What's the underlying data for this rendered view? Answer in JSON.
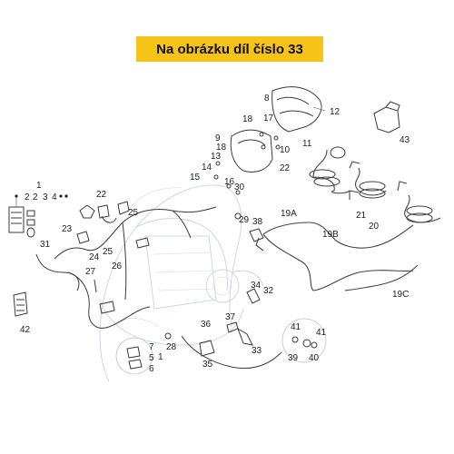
{
  "banner": {
    "text": "Na obrázku díl číslo 33",
    "color": "#f6c319"
  },
  "diagram": {
    "labels": [
      {
        "id": "l1a",
        "text": "1"
      },
      {
        "id": "l2a",
        "text": "2"
      },
      {
        "id": "l2b",
        "text": "2"
      },
      {
        "id": "l3a",
        "text": "3"
      },
      {
        "id": "l4",
        "text": "4"
      },
      {
        "id": "l5",
        "text": "5"
      },
      {
        "id": "l6",
        "text": "6"
      },
      {
        "id": "l7",
        "text": "7"
      },
      {
        "id": "l8",
        "text": "8"
      },
      {
        "id": "l9",
        "text": "9"
      },
      {
        "id": "l10",
        "text": "10"
      },
      {
        "id": "l11",
        "text": "11"
      },
      {
        "id": "l12",
        "text": "12"
      },
      {
        "id": "l13",
        "text": "13"
      },
      {
        "id": "l14",
        "text": "14"
      },
      {
        "id": "l15",
        "text": "15"
      },
      {
        "id": "l16",
        "text": "16"
      },
      {
        "id": "l17",
        "text": "17"
      },
      {
        "id": "l18a",
        "text": "18"
      },
      {
        "id": "l18b",
        "text": "18"
      },
      {
        "id": "l19a",
        "text": "19A"
      },
      {
        "id": "l19b",
        "text": "19B"
      },
      {
        "id": "l19c",
        "text": "19C"
      },
      {
        "id": "l20",
        "text": "20"
      },
      {
        "id": "l21",
        "text": "21"
      },
      {
        "id": "l22a",
        "text": "22"
      },
      {
        "id": "l22b",
        "text": "22"
      },
      {
        "id": "l23",
        "text": "23"
      },
      {
        "id": "l24",
        "text": "24"
      },
      {
        "id": "l25a",
        "text": "25"
      },
      {
        "id": "l25b",
        "text": "25"
      },
      {
        "id": "l26",
        "text": "26"
      },
      {
        "id": "l27",
        "text": "27"
      },
      {
        "id": "l28",
        "text": "28"
      },
      {
        "id": "l29",
        "text": "29"
      },
      {
        "id": "l30",
        "text": "30"
      },
      {
        "id": "l31",
        "text": "31"
      },
      {
        "id": "l32",
        "text": "32"
      },
      {
        "id": "l33",
        "text": "33"
      },
      {
        "id": "l34",
        "text": "34"
      },
      {
        "id": "l35",
        "text": "35"
      },
      {
        "id": "l36",
        "text": "36"
      },
      {
        "id": "l37",
        "text": "37"
      },
      {
        "id": "l38",
        "text": "38"
      },
      {
        "id": "l39",
        "text": "39"
      },
      {
        "id": "l40",
        "text": "40"
      },
      {
        "id": "l41a",
        "text": "41"
      },
      {
        "id": "l41b",
        "text": "41"
      },
      {
        "id": "l42",
        "text": "42"
      },
      {
        "id": "l43",
        "text": "43"
      },
      {
        "id": "l1b",
        "text": "1"
      }
    ]
  }
}
